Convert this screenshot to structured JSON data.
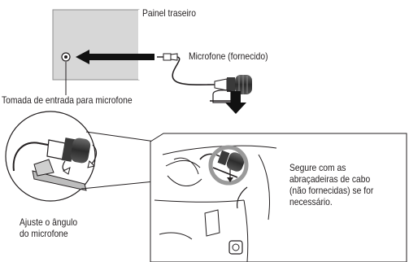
{
  "labels": {
    "rear_panel": "Painel traseiro",
    "microphone": "Microfone (fornecido)",
    "mic_jack": "Tomada de entrada para microfone",
    "adjust_angle": "Ajuste o ângulo\ndo microfone",
    "secure_note": "Segure com as\nabraçadeiras de cabo\n(não fornecidas) se for\nnecessário."
  },
  "colors": {
    "line": "#231f20",
    "panel_fill": "#d7d7d7",
    "panel_stroke": "#8c8c8c",
    "mic_dark": "#3a3a3a",
    "mic_grey": "#bdbdbd",
    "arrow": "#111111"
  }
}
